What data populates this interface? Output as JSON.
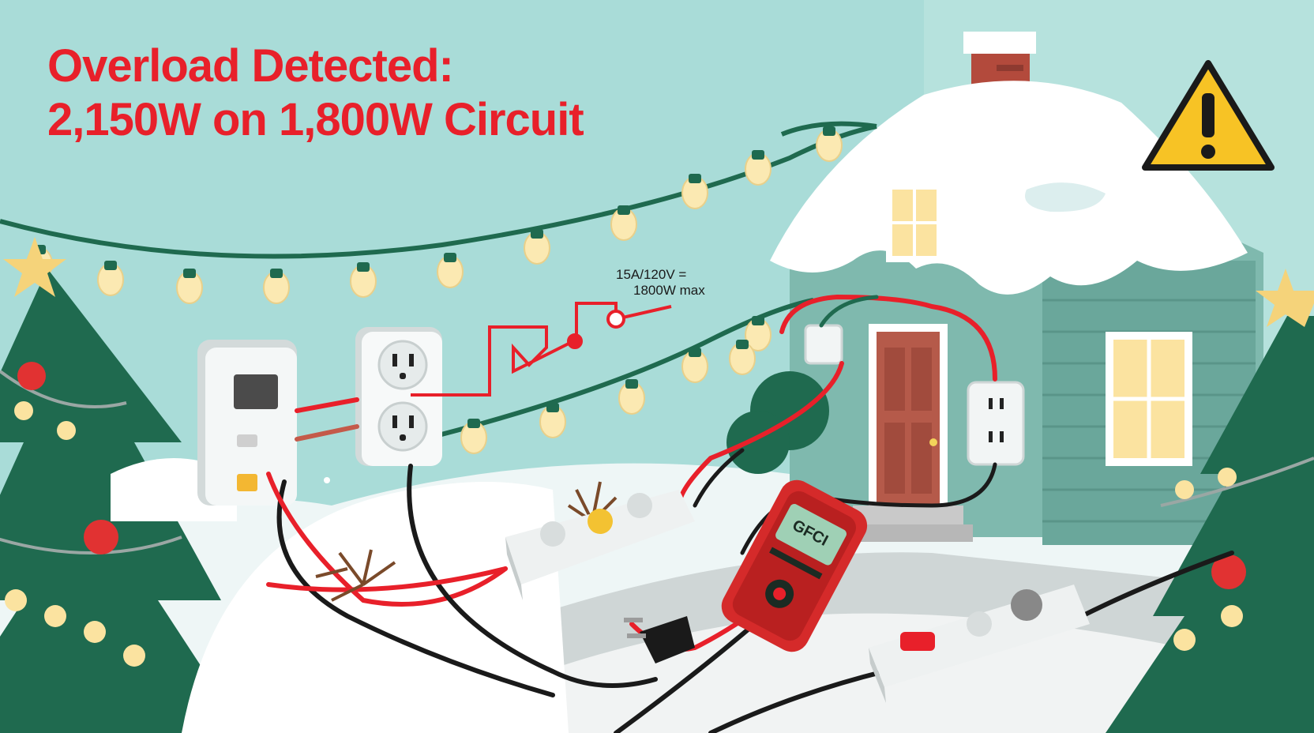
{
  "headline": {
    "line1": "Overload Detected:",
    "line2": "2,150W on 1,800W Circuit"
  },
  "circuit_rating": {
    "line1": "15A/120V =",
    "line2": "1800W max"
  },
  "tester": {
    "label": "GFCI"
  },
  "icons": [
    "warning-triangle-icon",
    "christmas-tree",
    "string-lights",
    "house",
    "outlet",
    "power-strip",
    "circuit-tester",
    "plug",
    "breaker-panel"
  ],
  "colors": {
    "sky": "#a9dcd8",
    "alert_red": "#e8202a",
    "warning_yellow": "#f7c325",
    "tree_green": "#1f6a4f",
    "house": "#7fb9ae",
    "snow": "#ffffff",
    "bulb": "#fbe9b2",
    "door": "#b55a4a"
  }
}
